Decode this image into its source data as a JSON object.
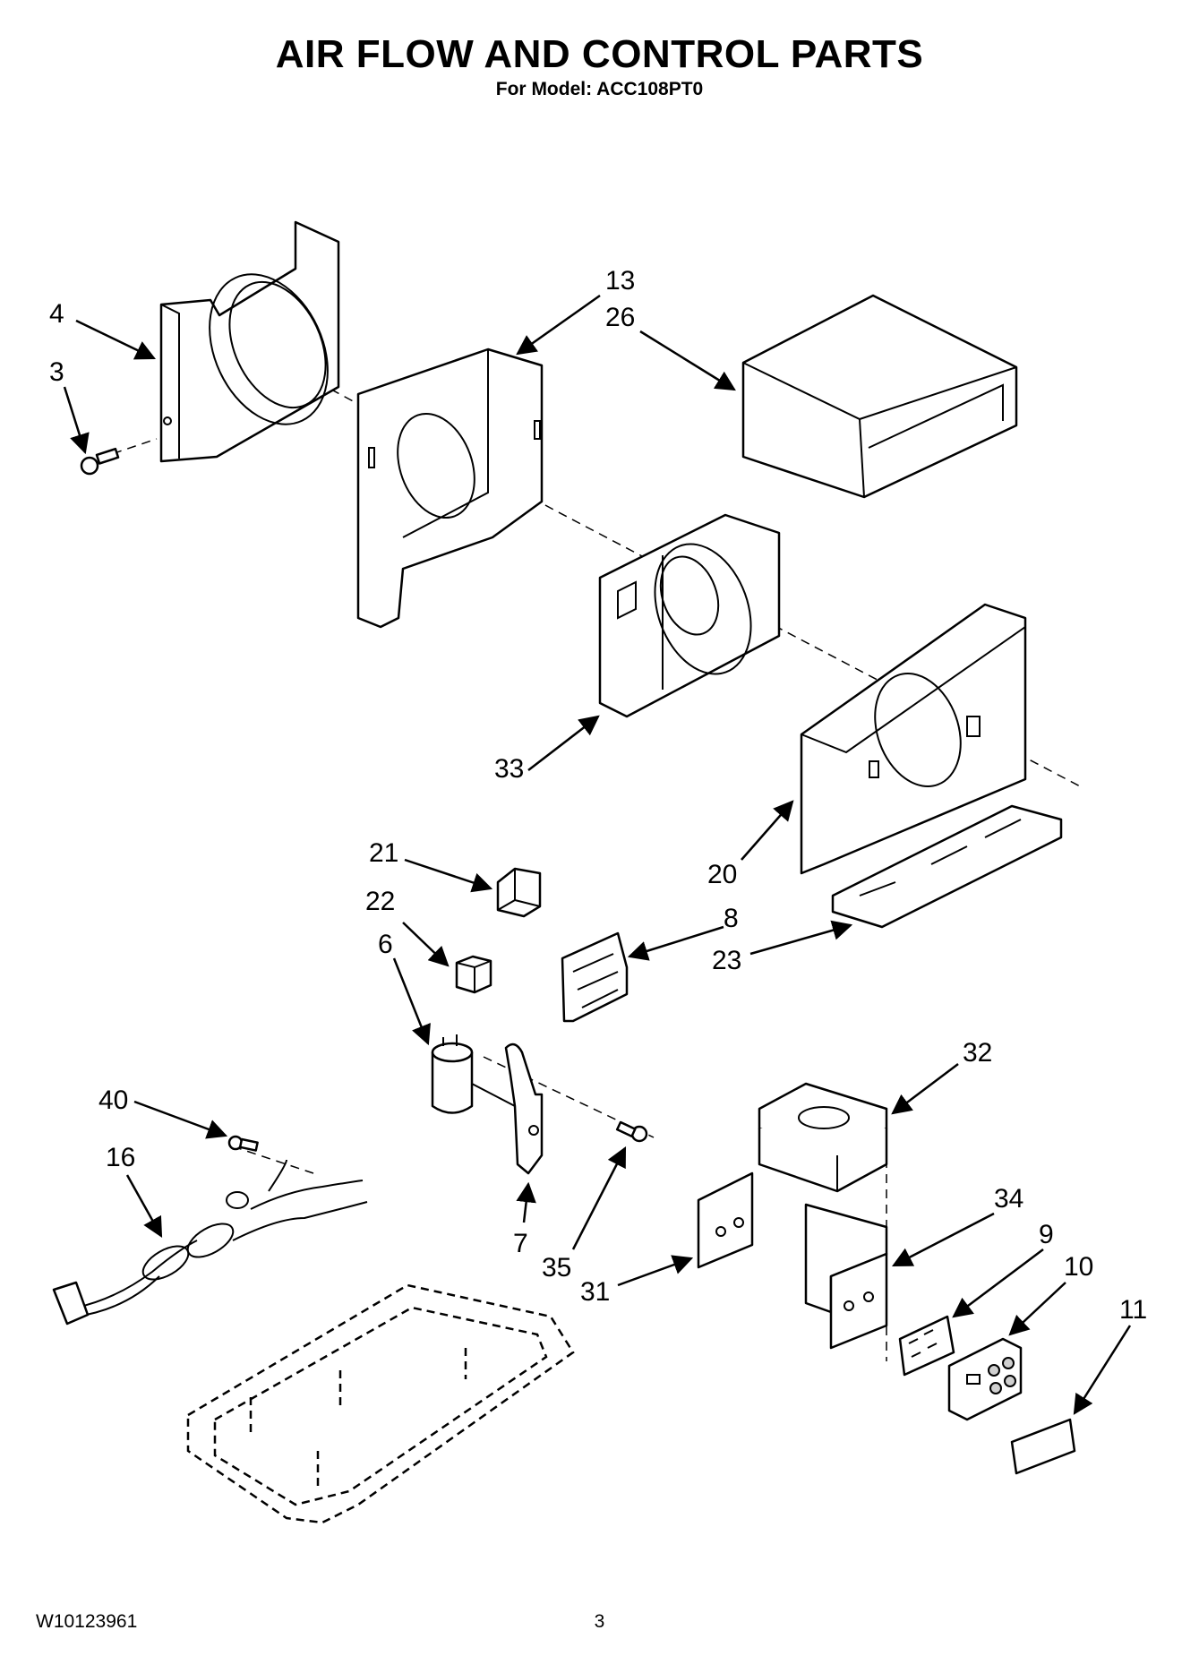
{
  "header": {
    "title": "AIR FLOW AND CONTROL PARTS",
    "subtitle": "For Model: ACC108PT0"
  },
  "footer": {
    "doc_number": "W10123961",
    "page_number": "3"
  },
  "callouts": {
    "c4": "4",
    "c3": "3",
    "c13": "13",
    "c26": "26",
    "c33": "33",
    "c20": "20",
    "c23": "23",
    "c21": "21",
    "c22": "22",
    "c6": "6",
    "c8": "8",
    "c40": "40",
    "c16": "16",
    "c7": "7",
    "c35": "35",
    "c32": "32",
    "c31": "31",
    "c34": "34",
    "c9": "9",
    "c10": "10",
    "c11": "11"
  }
}
